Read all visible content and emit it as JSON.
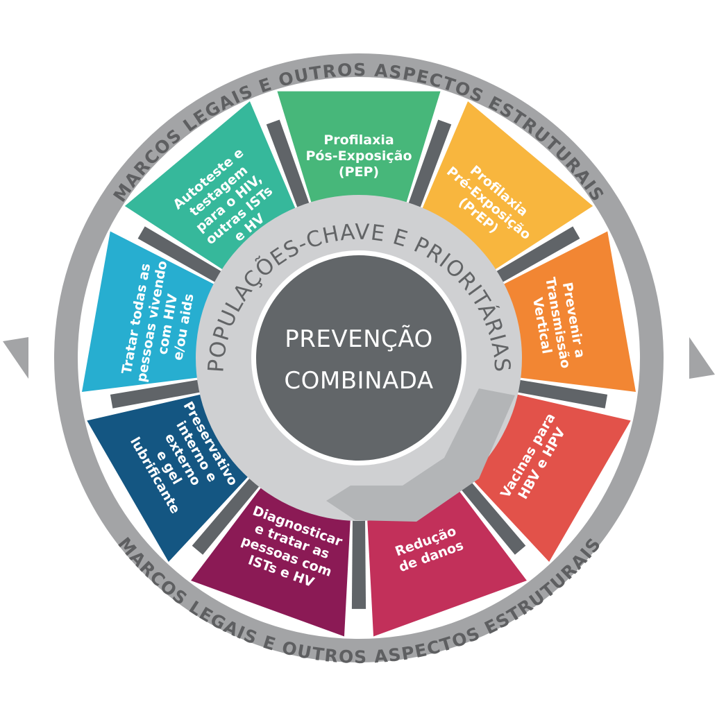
{
  "outer_ring": {
    "top_text": "MARCOS LEGAIS E OUTROS ASPECTOS ESTRUTURAIS",
    "bottom_text": "MARCOS LEGAIS E OUTROS ASPECTOS ESTRUTURAIS"
  },
  "inner_ring": {
    "text": "POPULAÇÕES-CHAVE E PRIORITÁRIAS"
  },
  "center": {
    "line1": "PREVENÇÃO",
    "line2": "COMBINADA"
  },
  "segments": [
    {
      "id": "autoteste",
      "color": "#36b89b",
      "lines": [
        "Autoteste e",
        "testagem",
        "para o HIV,",
        "outras ISTs",
        "e HV"
      ]
    },
    {
      "id": "pep",
      "color": "#47b77a",
      "lines": [
        "Profilaxia",
        "Pós-Exposição",
        "(PEP)"
      ]
    },
    {
      "id": "prep",
      "color": "#f8b63e",
      "lines": [
        "Profilaxia",
        "Pré-Exposição",
        "(PrEP)"
      ]
    },
    {
      "id": "transmissao-vertical",
      "color": "#f28633",
      "lines": [
        "Prevenir a",
        "Transmissão",
        "Vertical"
      ]
    },
    {
      "id": "vacinas",
      "color": "#e2524a",
      "lines": [
        "Vacinas para",
        "HBV e HPV"
      ]
    },
    {
      "id": "reducao-danos",
      "color": "#c2305a",
      "lines": [
        "Redução",
        "de danos"
      ]
    },
    {
      "id": "diagnosticar",
      "color": "#8b1a55",
      "lines": [
        "Diagnosticar",
        "e tratar as",
        "pessoas com",
        "ISTs e HV"
      ]
    },
    {
      "id": "preservativo",
      "color": "#145682",
      "lines": [
        "Preservativo",
        "interno e",
        "externo",
        "e gel",
        "lubrificante"
      ]
    },
    {
      "id": "tratar-todas",
      "color": "#27aed0",
      "lines": [
        "Tratar todas as",
        "pessoas vivendo",
        "com HIV",
        "e/ou aids"
      ]
    }
  ],
  "colors": {
    "outer_ring": "#a3a4a6",
    "connector": "#606468",
    "inner_ring": "#cfd0d2",
    "center": "#626669"
  }
}
